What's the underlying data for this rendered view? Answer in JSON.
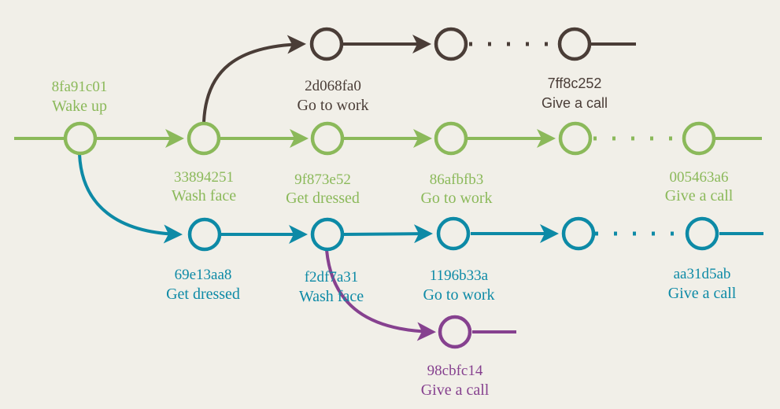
{
  "colors": {
    "green": "#8bb95a",
    "teal": "#0d8aa6",
    "brown": "#4a3d37",
    "purple": "#86418f",
    "background": "#f1efe8"
  },
  "commits": {
    "c8fa91c01": {
      "hash": "8fa91c01",
      "message": "Wake up",
      "branch": "green"
    },
    "c33894251": {
      "hash": "33894251",
      "message": "Wash face",
      "branch": "green"
    },
    "c9f873e52": {
      "hash": "9f873e52",
      "message": "Get dressed",
      "branch": "green"
    },
    "c86afbfb3": {
      "hash": "86afbfb3",
      "message": "Go to work",
      "branch": "green"
    },
    "c005463a6": {
      "hash": "005463a6",
      "message": "Give a call",
      "branch": "green"
    },
    "c2d068fa0": {
      "hash": "2d068fa0",
      "message": "Go to work",
      "branch": "brown"
    },
    "c7ff8c252": {
      "hash": "7ff8c252",
      "message": "Give a call",
      "branch": "brown"
    },
    "c69e13aa8": {
      "hash": "69e13aa8",
      "message": "Get dressed",
      "branch": "teal"
    },
    "cf2df7a31": {
      "hash": "f2df7a31",
      "message": "Wash face",
      "branch": "teal"
    },
    "c1196b33a": {
      "hash": "1196b33a",
      "message": "Go to work",
      "branch": "teal"
    },
    "caa31d5ab": {
      "hash": "aa31d5ab",
      "message": "Give a call",
      "branch": "teal"
    },
    "c98cbfc14": {
      "hash": "98cbfc14",
      "message": "Give a call",
      "branch": "purple"
    }
  }
}
